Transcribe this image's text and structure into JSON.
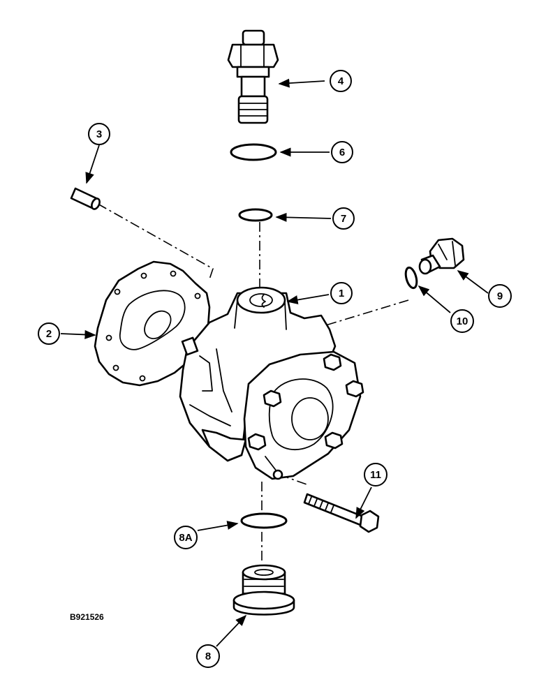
{
  "figure_id": "B921526",
  "callouts": {
    "c1": "1",
    "c2": "2",
    "c3": "3",
    "c4": "4",
    "c6": "6",
    "c7": "7",
    "c8": "8",
    "c8a": "8A",
    "c9": "9",
    "c10": "10",
    "c11": "11"
  }
}
